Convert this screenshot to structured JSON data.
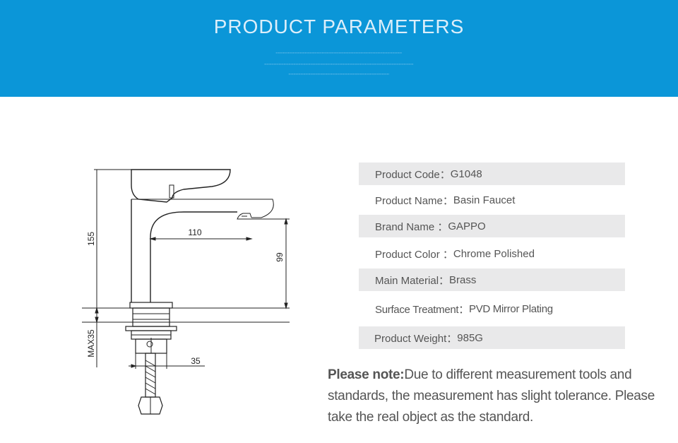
{
  "header": {
    "title": "PRODUCT PARAMETERS",
    "background": "#0b96d8"
  },
  "drawing": {
    "dim_height_total": "155",
    "dim_spout_reach": "110",
    "dim_spout_height": "99",
    "dim_max_thickness": "MAX35",
    "dim_shank_width": "35"
  },
  "params": [
    {
      "label": "Product Code：",
      "value": "G1048"
    },
    {
      "label": "Product Name：",
      "value": "Basin Faucet"
    },
    {
      "label": "Brand Name ：",
      "value": "GAPPO"
    },
    {
      "label": "Product Color ：",
      "value": "Chrome Polished"
    },
    {
      "label": "Main Material：",
      "value": "Brass"
    },
    {
      "label": "Surface Treatment：",
      "value": "PVD Mirror Plating"
    },
    {
      "label": "Product Weight：",
      "value": "985G"
    }
  ],
  "note": {
    "bold": "Please note:",
    "text": "Due to different measurement tools and standards, the measurement has slight tolerance. Please take the real object as the standard."
  }
}
